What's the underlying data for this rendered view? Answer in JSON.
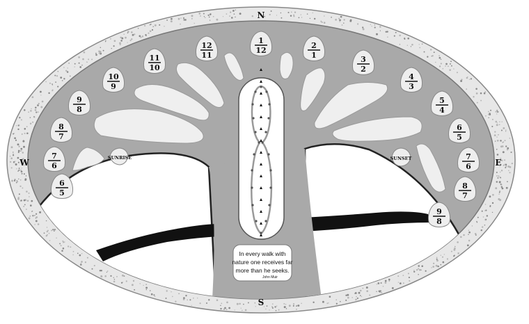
{
  "compass": {
    "north": "N",
    "south": "S",
    "east": "E",
    "west": "W"
  },
  "left_hours": [
    {
      "top": "12",
      "bottom": "11"
    },
    {
      "top": "11",
      "bottom": "10"
    },
    {
      "top": "10",
      "bottom": "9"
    },
    {
      "top": "9",
      "bottom": "8"
    },
    {
      "top": "8",
      "bottom": "7"
    },
    {
      "top": "7",
      "bottom": "6"
    },
    {
      "top": "6",
      "bottom": "5"
    }
  ],
  "center_hour": {
    "top": "1",
    "bottom": "12"
  },
  "right_hours": [
    {
      "top": "2",
      "bottom": "1"
    },
    {
      "top": "3",
      "bottom": "2"
    },
    {
      "top": "4",
      "bottom": "3"
    },
    {
      "top": "5",
      "bottom": "4"
    },
    {
      "top": "6",
      "bottom": "5"
    },
    {
      "top": "7",
      "bottom": "6"
    },
    {
      "top": "8",
      "bottom": "7"
    },
    {
      "top": "9",
      "bottom": "8"
    }
  ],
  "sunrise_label": "SUNRISE",
  "sunset_label": "SUNSET",
  "quote": {
    "lines": [
      "In every walk with",
      "nature one receives far",
      "more than he seeks."
    ],
    "author": "John Muir"
  },
  "colors": {
    "gravel_border": "#e7e7e7",
    "plaza": "#a9a9a9",
    "path": "#bdbdbd",
    "lawn": "#ffffff",
    "stream": "#111111",
    "marker": "#eeeeee"
  }
}
